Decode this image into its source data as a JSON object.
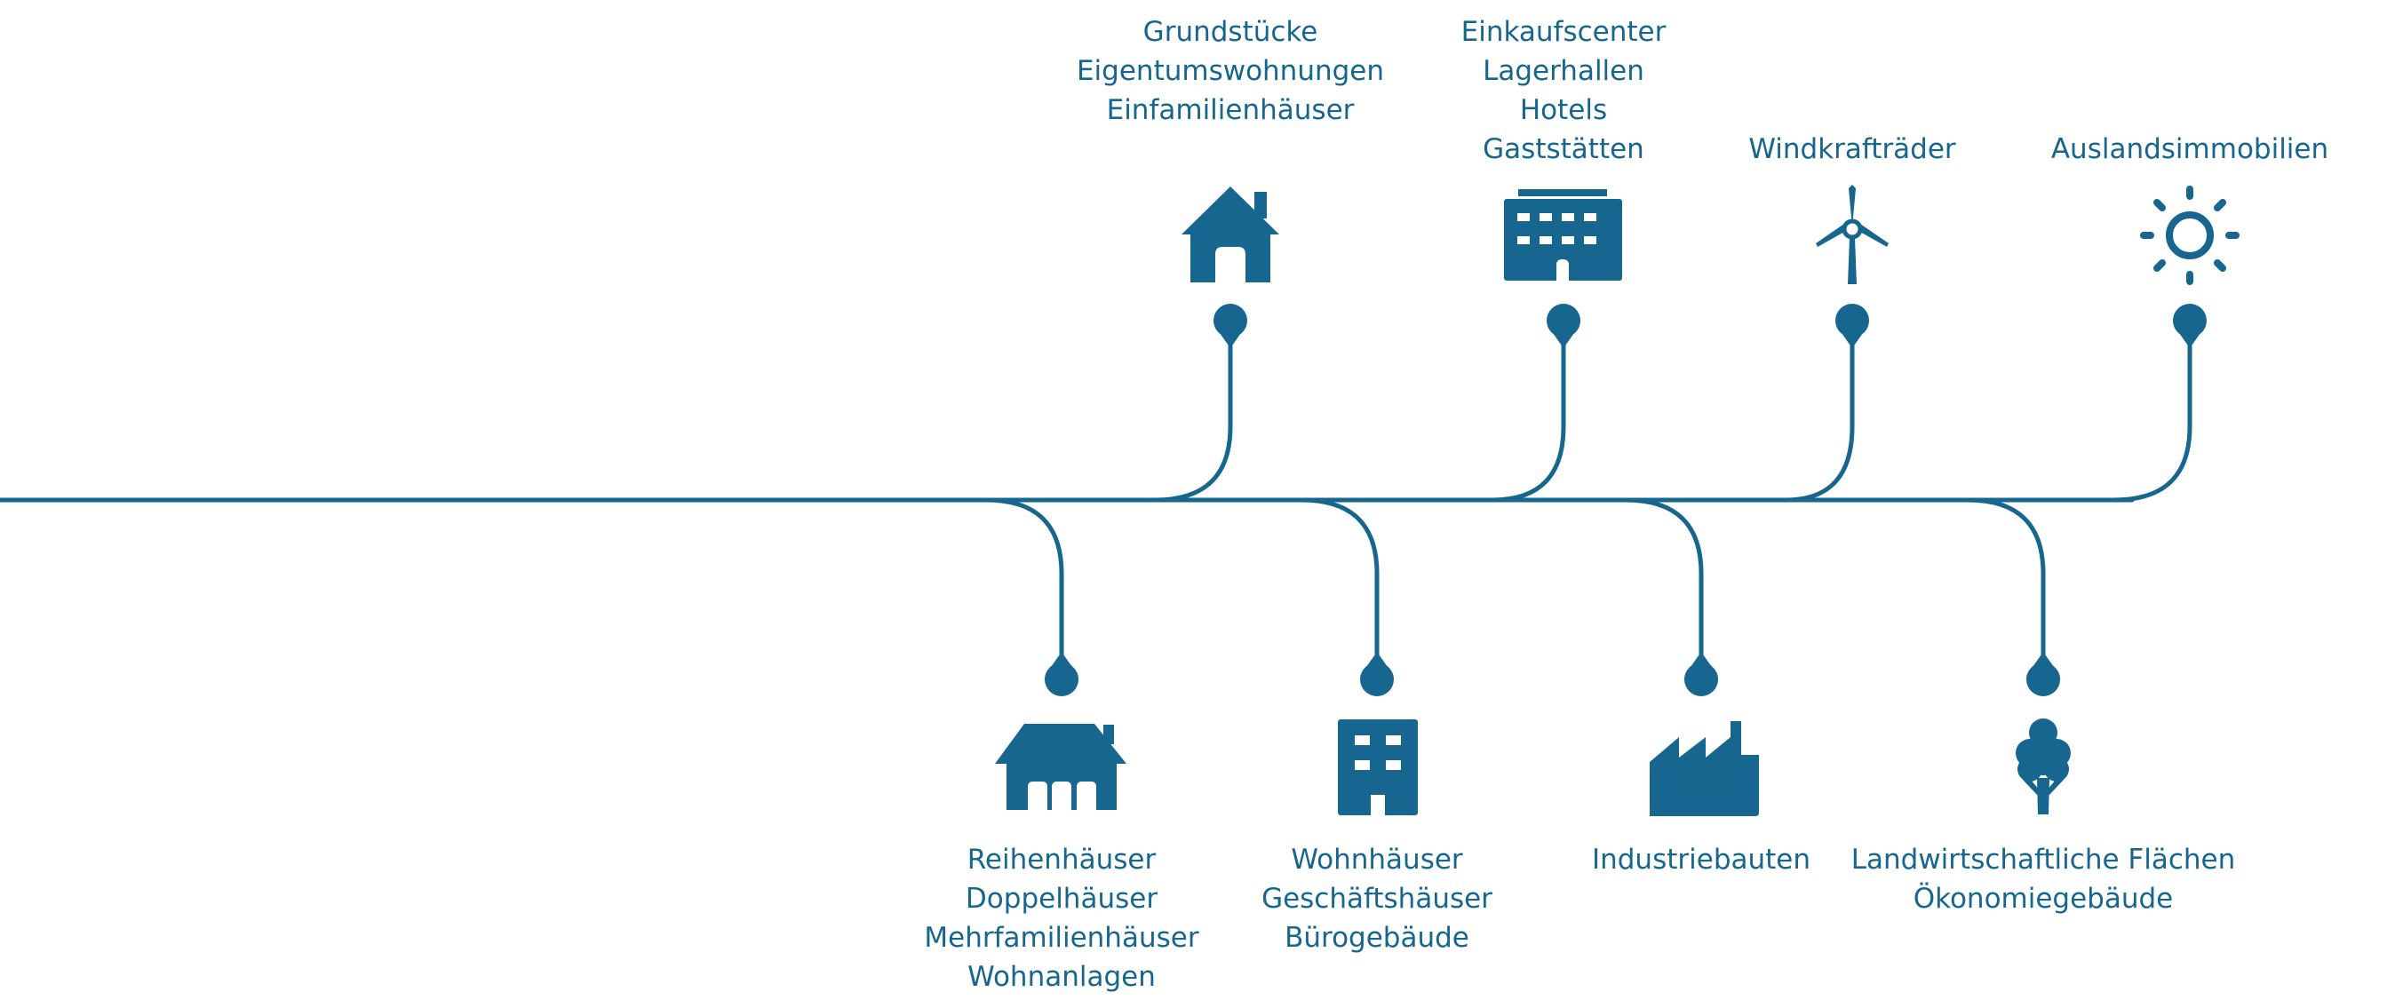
{
  "accent_color": "#16668f",
  "top_items": [
    {
      "icon": "house-icon",
      "lines": [
        "Grundstücke",
        "Eigentumswohnungen",
        "Einfamilienhäuser"
      ]
    },
    {
      "icon": "commercial-building-icon",
      "lines": [
        "Einkaufscenter",
        "Lagerhallen",
        "Hotels",
        "Gaststätten"
      ]
    },
    {
      "icon": "wind-turbine-icon",
      "lines": [
        "Windkrafträder"
      ]
    },
    {
      "icon": "sun-icon",
      "lines": [
        "Auslandsimmobilien"
      ]
    }
  ],
  "bottom_items": [
    {
      "icon": "row-houses-icon",
      "lines": [
        "Reihenhäuser",
        "Doppelhäuser",
        "Mehrfamilienhäuser",
        "Wohnanlagen"
      ]
    },
    {
      "icon": "office-building-icon",
      "lines": [
        "Wohnhäuser",
        "Geschäftshäuser",
        "Bürogebäude"
      ]
    },
    {
      "icon": "factory-icon",
      "lines": [
        "Industriebauten"
      ]
    },
    {
      "icon": "tree-icon",
      "lines": [
        "Landwirtschaftliche Flächen",
        "Ökonomiegebäude"
      ]
    }
  ]
}
